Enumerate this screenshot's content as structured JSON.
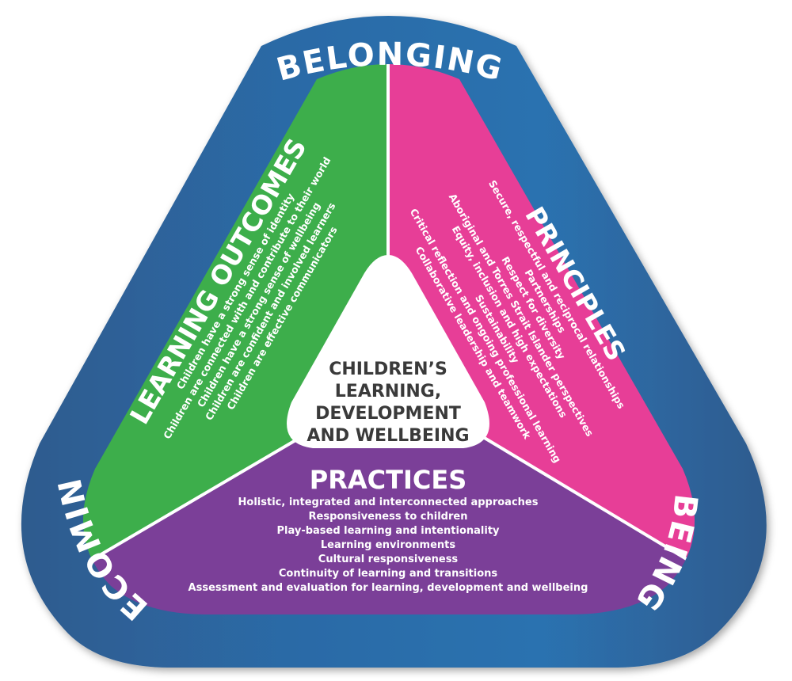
{
  "ring": {
    "top": "BELONGING",
    "left": "BECOMING",
    "right": "BEING"
  },
  "center": {
    "lines": [
      "CHILDREN’S",
      "LEARNING,",
      "DEVELOPMENT",
      "AND WELLBEING"
    ]
  },
  "learning_outcomes": {
    "title": "LEARNING OUTCOMES",
    "items": [
      "Children have a strong sense of identity",
      "Children are connected with and contribute to their world",
      "Children have a strong sense of wellbeing",
      "Children are confident and involved learners",
      "Children are effective communicators"
    ]
  },
  "principles": {
    "title": "PRINCIPLES",
    "items": [
      "Secure, respectful and reciprocal relationships",
      "Partnerships",
      "Respect for diversity",
      "Aboriginal and Torres Strait Islander perspectives",
      "Equity, inclusion and high expectations",
      "Sustainability",
      "Critical reflection and ongoing professional learning",
      "Collaborative leadership and teamwork"
    ]
  },
  "practices": {
    "title": "PRACTICES",
    "items": [
      "Holistic, integrated and interconnected approaches",
      "Responsiveness to children",
      "Play-based learning and intentionality",
      "Learning environments",
      "Cultural responsiveness",
      "Continuity of learning and transitions",
      "Assessment and evaluation for learning, development and wellbeing"
    ]
  },
  "colors": {
    "ring": "#2e5b8e",
    "ring_light": "#2c72b0",
    "learning_outcomes": "#3dae4b",
    "principles": "#e73e97",
    "practices": "#7b3f98",
    "center_text": "#3a3a3a"
  }
}
